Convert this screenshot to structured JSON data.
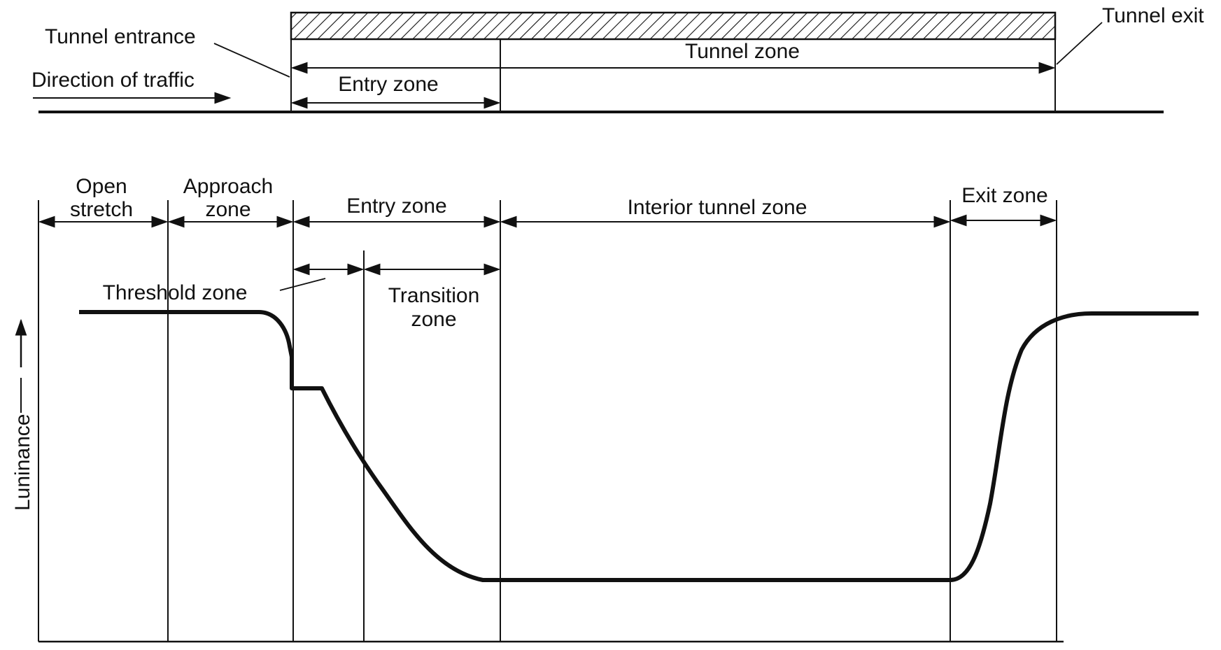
{
  "top": {
    "tunnel_entrance": "Tunnel entrance",
    "tunnel_exit": "Tunnel exit",
    "direction_of_traffic": "Direction of traffic",
    "tunnel_zone": "Tunnel zone",
    "entry_zone": "Entry zone"
  },
  "bottom": {
    "open_stretch_line1": "Open",
    "open_stretch_line2": "stretch",
    "approach_zone_line1": "Approach",
    "approach_zone_line2": "zone",
    "entry_zone": "Entry zone",
    "interior_tunnel_zone": "Interior tunnel zone",
    "exit_zone": "Exit zone",
    "threshold_zone": "Threshold zone",
    "transition_zone_line1": "Transition",
    "transition_zone_line2": "zone",
    "y_axis_label": "Luninance"
  },
  "colors": {
    "ink": "#111111",
    "background": "#ffffff"
  }
}
